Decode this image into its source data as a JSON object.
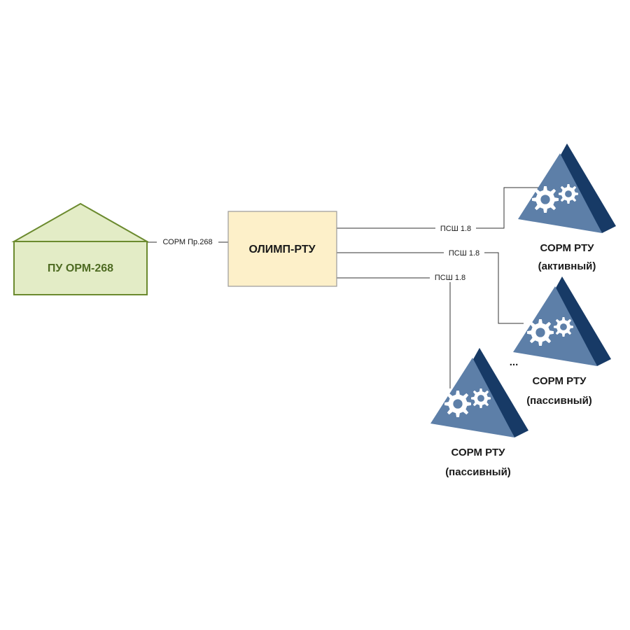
{
  "colors": {
    "pu_fill": "#e3ecc6",
    "pu_stroke": "#6b8a2e",
    "pu_text": "#4e6b22",
    "olimp_fill": "#fdf0c9",
    "olimp_stroke": "#9a9a9a",
    "triangle_face": "#5d7fa8",
    "triangle_side": "#173a66",
    "gear": "#ffffff"
  },
  "pu": {
    "label": "ПУ ОРМ-268"
  },
  "link_pu_olimp": {
    "label": "СОРМ Пр.268"
  },
  "olimp": {
    "label": "ОЛИМП-РТУ"
  },
  "links": [
    {
      "label": "ПСШ 1.8"
    },
    {
      "label": "ПСШ 1.8"
    },
    {
      "label": "ПСШ 1.8"
    }
  ],
  "nodes": [
    {
      "icon": "gears-icon",
      "line1": "СОРМ РТУ",
      "line2": "(активный)"
    },
    {
      "icon": "gears-icon",
      "line1": "СОРМ РТУ",
      "line2": "(пассивный)"
    },
    {
      "icon": "gears-icon",
      "line1": "СОРМ РТУ",
      "line2": "(пассивный)"
    }
  ],
  "ellipsis": "..."
}
